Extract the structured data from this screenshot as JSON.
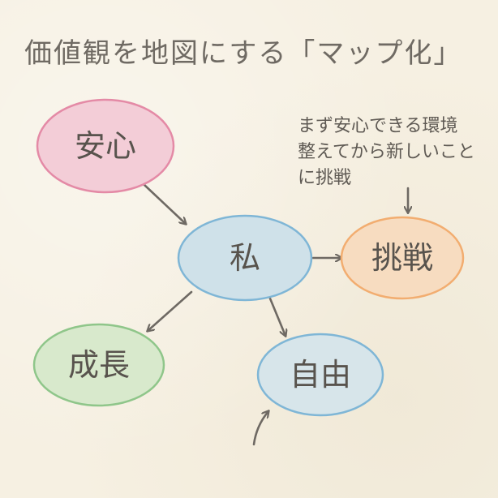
{
  "title": "価値観を地図にする「マップ化」",
  "nodes": {
    "anshin": "安心",
    "watashi": "私",
    "chousen": "挑戦",
    "seichou": "成長",
    "jiyuu": "自由"
  },
  "note": {
    "lines": [
      "まず安心できる環境",
      "整えてから新しいこと",
      "に挑戦"
    ]
  },
  "colors": {
    "anshin": "#e48aa6",
    "watashi": "#7fb6d6",
    "chousen": "#f2ad70",
    "seichou": "#8fc68a",
    "jiyuu": "#7fb6d6",
    "arrow": "#6e6963",
    "text": "#58534d"
  }
}
